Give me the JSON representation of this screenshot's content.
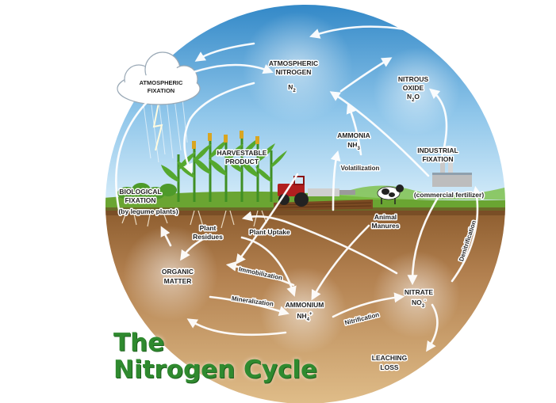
{
  "title": {
    "line1": "The",
    "line2": "Nitrogen Cycle"
  },
  "nodes": {
    "atmospheric_nitrogen": {
      "line1": "ATMOSPHERIC",
      "line2": "NITROGEN",
      "formula": "N",
      "sub": "2"
    },
    "nitrous_oxide": {
      "line1": "NITROUS",
      "line2": "OXIDE",
      "formula": "N",
      "sub": "2",
      "formula_tail": "O"
    },
    "atmospheric_fixation": {
      "line1": "ATMOSPHERIC",
      "line2": "FIXATION"
    },
    "ammonia": {
      "line1": "AMMONIA",
      "formula": "NH",
      "sub": "3"
    },
    "harvestable_product": {
      "line1": "HARVESTABLE",
      "line2": "PRODUCT"
    },
    "industrial_fixation": {
      "line1": "INDUSTRIAL",
      "line2": "FIXATION",
      "note": "(commercial fertilizer)"
    },
    "biological_fixation": {
      "line1": "BIOLOGICAL",
      "line2": "FIXATION",
      "note": "(by legume plants)"
    },
    "animal_manures": {
      "line1": "Animal",
      "line2": "Manures"
    },
    "plant_residues": {
      "line1": "Plant",
      "line2": "Residues"
    },
    "plant_uptake": {
      "label": "Plant Uptake"
    },
    "organic_matter": {
      "line1": "ORGANIC",
      "line2": "MATTER"
    },
    "ammonium": {
      "line1": "AMMONIUM",
      "formula": "NH",
      "sub": "4",
      "sup": "+"
    },
    "nitrate": {
      "line1": "NITRATE",
      "formula": "NO",
      "sub": "3",
      "sup": "-"
    },
    "leaching_loss": {
      "line1": "LEACHING",
      "line2": "LOSS"
    }
  },
  "processes": {
    "volatilization": "Volatilization",
    "immobilization": "Immobilization",
    "mineralization": "Mineralization",
    "nitrification": "Nitrification",
    "denitrification": "Denitrification"
  },
  "colors": {
    "sky_top": "#2f86c6",
    "sky_bottom": "#d9eefa",
    "soil_top": "#8a5a2c",
    "soil_bottom": "#e2c08c",
    "grass": "#6aa532",
    "title_green": "#2f8a2f",
    "arrow": "#ffffff"
  }
}
